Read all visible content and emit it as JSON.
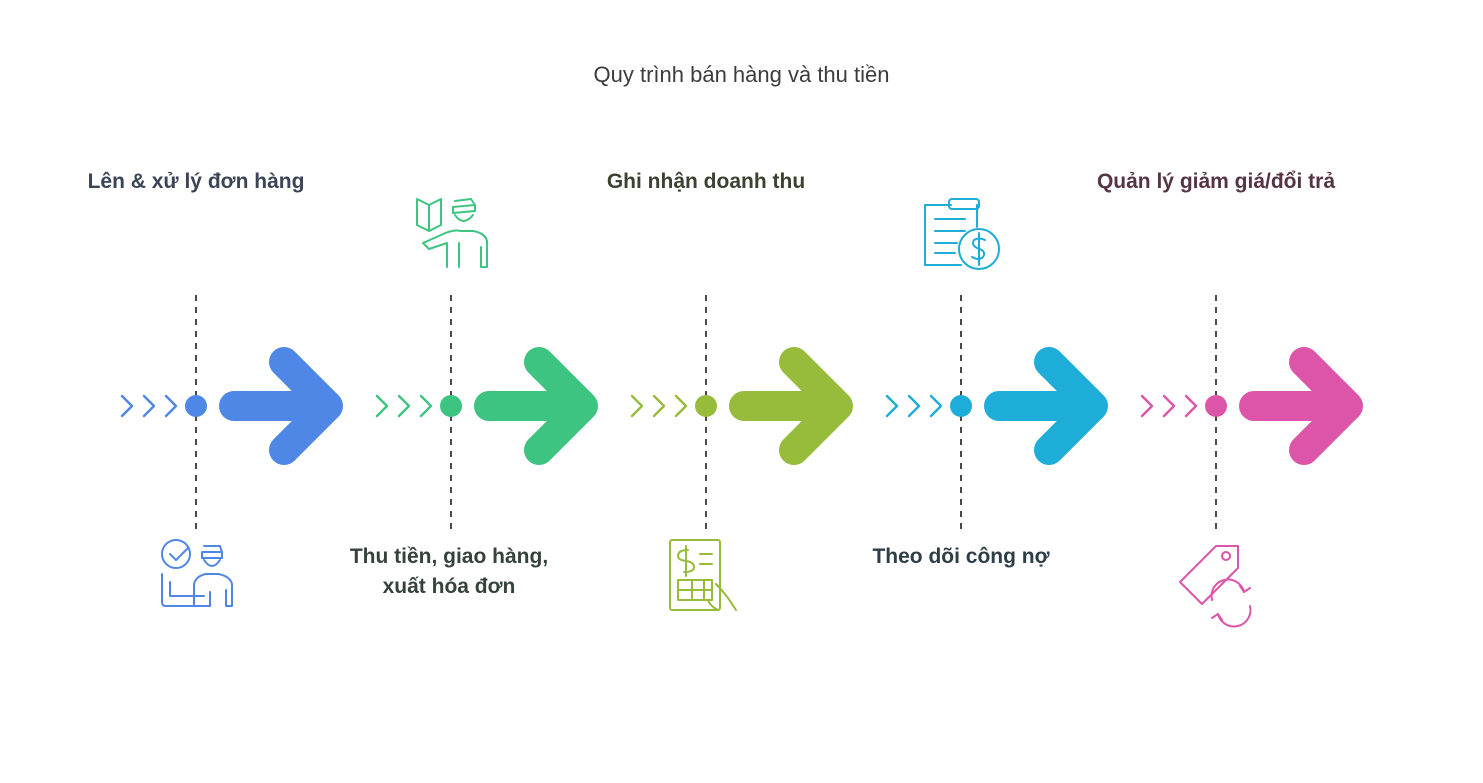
{
  "title": "Quy trình bán hàng và thu tiền",
  "steps": [
    {
      "label": "Lên & xử lý đơn hàng",
      "color": "#4f87e6",
      "text_color": "#3c4556",
      "icon": "checklist-person-icon",
      "label_position": "top"
    },
    {
      "label": "Thu tiền, giao hàng, xuất hóa đơn",
      "color": "#3ec481",
      "text_color": "#36433c",
      "icon": "delivery-person-door-icon",
      "label_position": "bottom"
    },
    {
      "label": "Ghi nhận doanh thu",
      "color": "#97bc3b",
      "text_color": "#3b4230",
      "icon": "invoice-hand-icon",
      "label_position": "top"
    },
    {
      "label": "Theo dõi công nợ",
      "color": "#1eadd8",
      "text_color": "#2e3e46",
      "icon": "clipboard-dollar-icon",
      "label_position": "bottom"
    },
    {
      "label": "Quản lý giảm giá/đổi trả",
      "color": "#dd55a8",
      "text_color": "#563444",
      "icon": "tag-return-icon",
      "label_position": "top"
    }
  ]
}
